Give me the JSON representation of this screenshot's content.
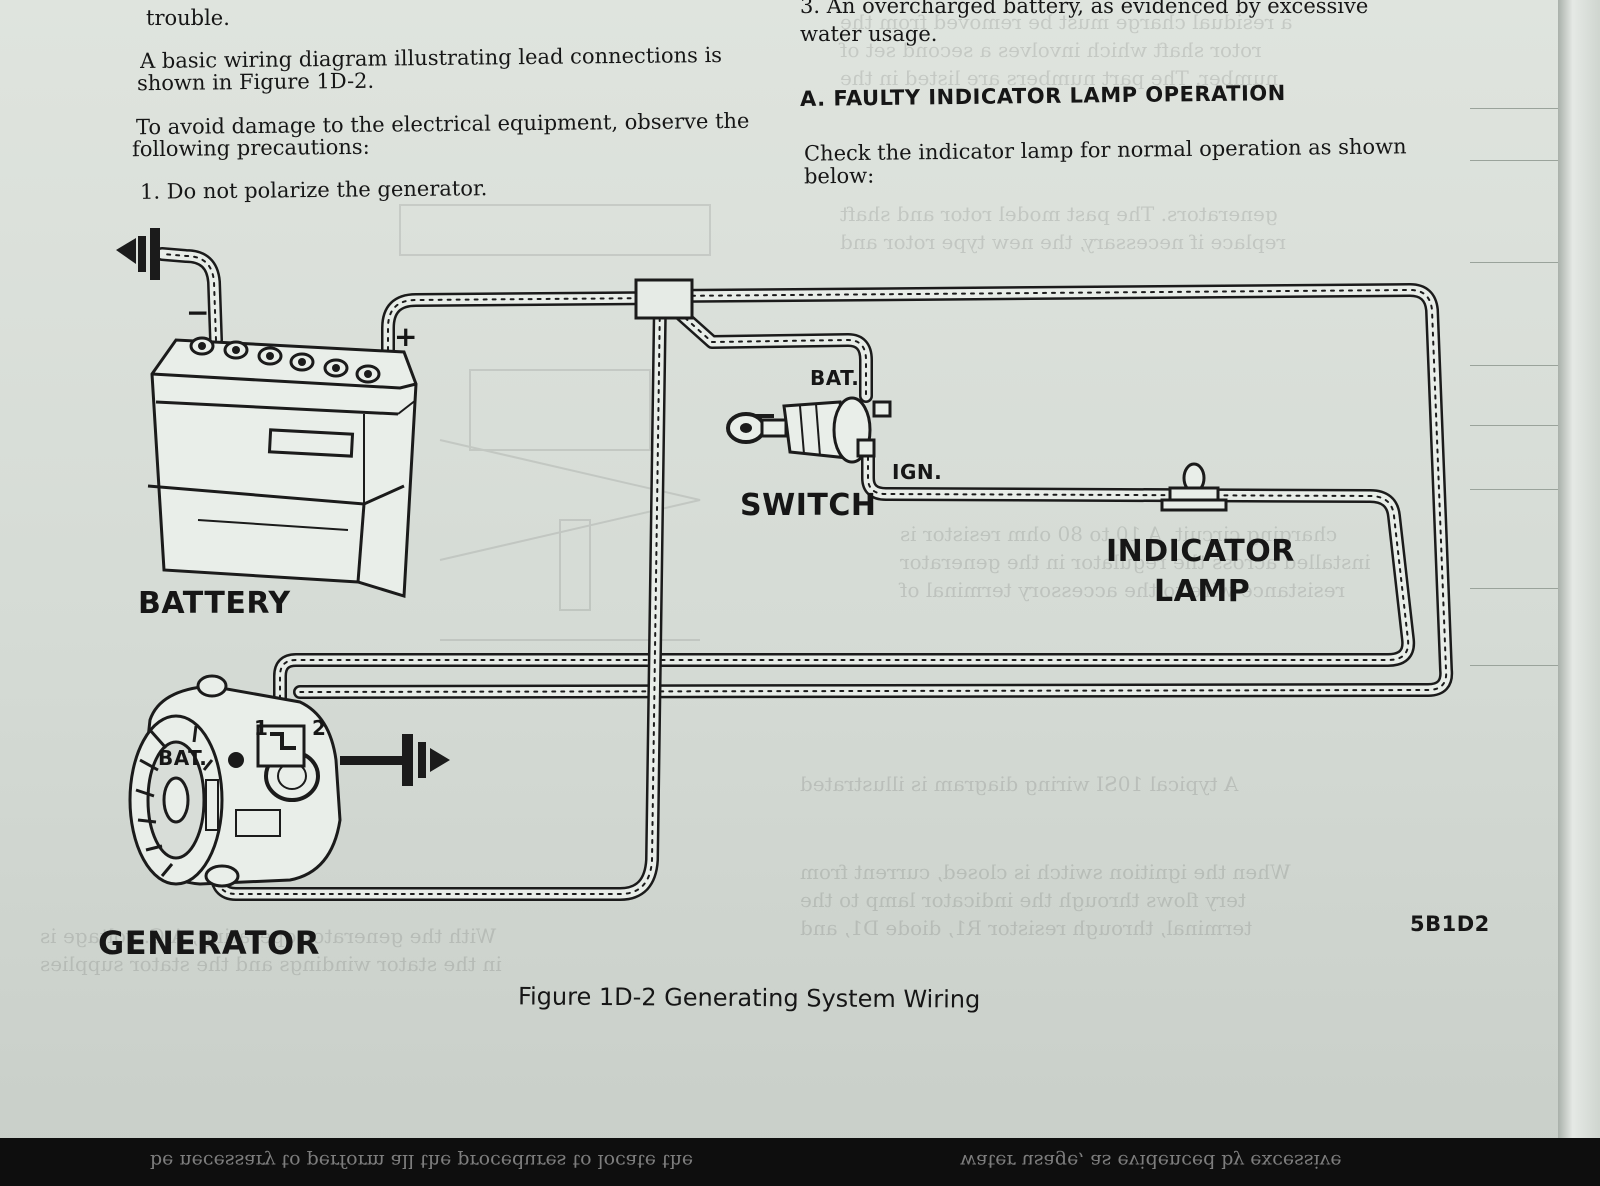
{
  "left_column": {
    "line_trouble": "trouble.",
    "para1_line1": "A basic wiring diagram illustrating lead connections is",
    "para1_line2": "shown in Figure 1D-2.",
    "para2_line1": "To avoid damage to the electrical equipment, observe the",
    "para2_line2": "following precautions:",
    "item1": "1. Do not polarize the generator."
  },
  "right_column": {
    "item3_line1": "3. An overcharged battery, as evidenced by excessive",
    "item3_line2": "water usage.",
    "heading": "A. FAULTY INDICATOR LAMP OPERATION",
    "para_line1": "Check the indicator lamp for normal operation as shown",
    "para_line2": "below:"
  },
  "diagram": {
    "battery_label": "BATTERY",
    "battery_minus": "−",
    "battery_plus": "+",
    "switch_label": "SWITCH",
    "switch_bat": "BAT.",
    "switch_ign": "IGN.",
    "lamp_label_line1": "INDICATOR",
    "lamp_label_line2": "LAMP",
    "generator_label": "GENERATOR",
    "generator_bat": "BAT.",
    "generator_term1": "1",
    "generator_term2": "2",
    "figure_code": "5B1D2",
    "caption": "Figure 1D-2 Generating System Wiring"
  },
  "bottom_strip": {
    "left_text": "be necessary to perform all the procedures to locate the",
    "right_text": "water usage, as evidenced by excessive"
  }
}
